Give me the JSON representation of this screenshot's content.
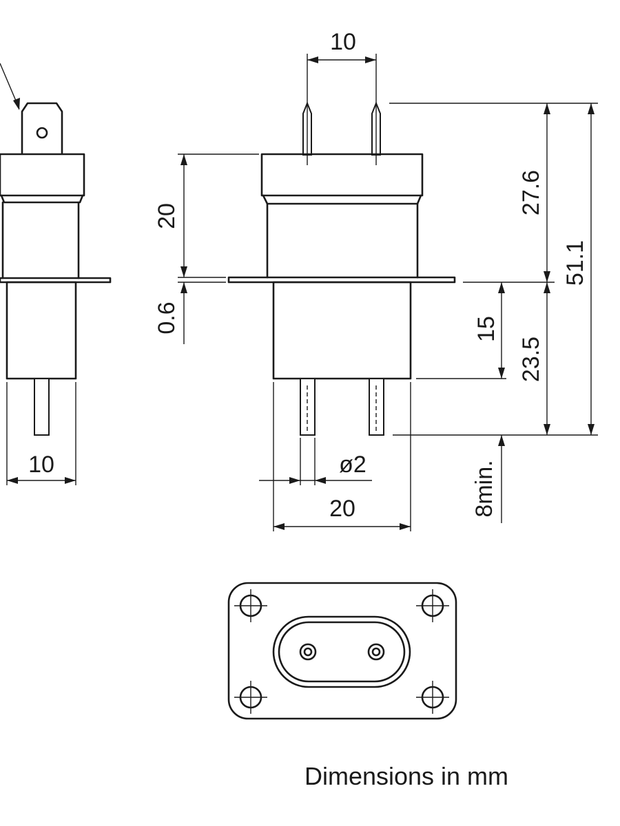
{
  "dimensions": {
    "pin_spacing": "10",
    "upper_height": "20",
    "flange_thickness": "0.6",
    "lower_body": "15",
    "lower_total": "23.5",
    "upper_total": "27.6",
    "overall_height": "51.1",
    "pin_diameter": "ø2",
    "body_width": "20",
    "pin_length_min": "8min.",
    "side_width": "10"
  },
  "caption": "Dimensions in mm",
  "colors": {
    "line": "#1a1a1a",
    "background": "#ffffff"
  }
}
